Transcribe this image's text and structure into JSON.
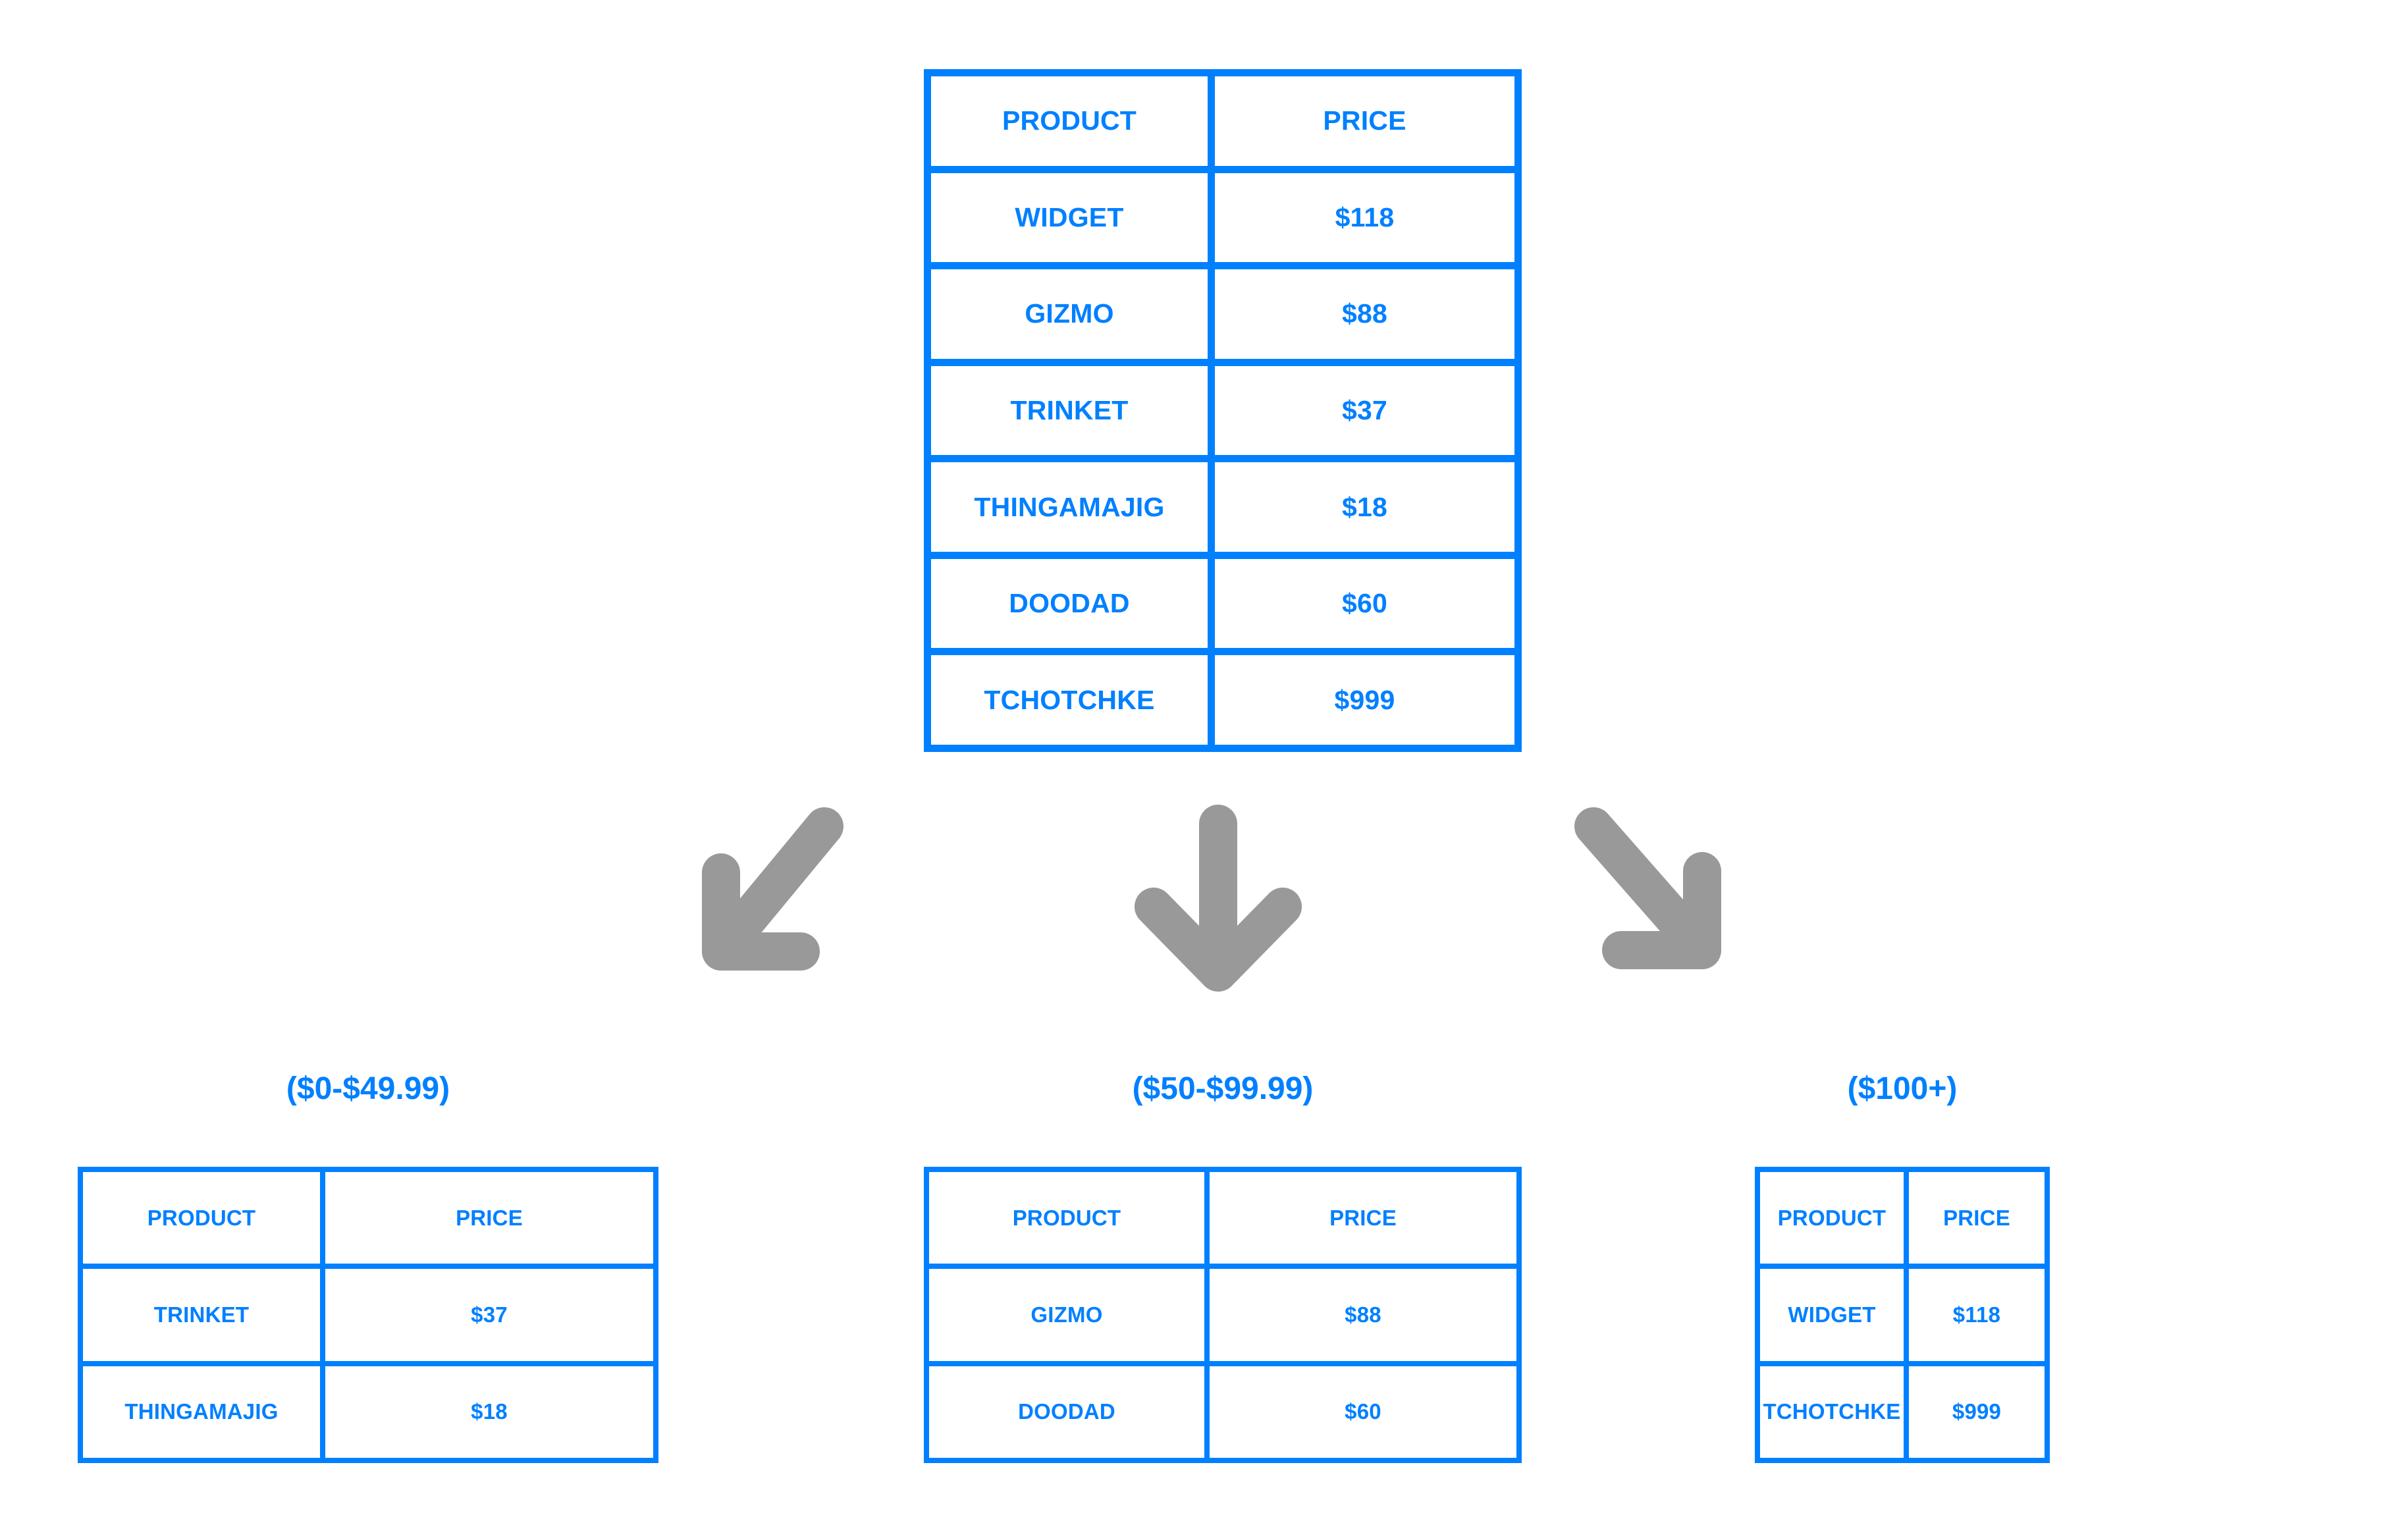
{
  "colors": {
    "brand_blue": "#0080ff",
    "arrow_gray": "#999999",
    "background": "#ffffff"
  },
  "chart_data": {
    "type": "table",
    "title": "",
    "description": "A source product/price table split by three downward arrows into three price-bucket tables."
  },
  "source_table": {
    "name": "source-product-price-table",
    "columns": [
      "PRODUCT",
      "PRICE"
    ],
    "rows": [
      {
        "product": "WIDGET",
        "price": "$118"
      },
      {
        "product": "GIZMO",
        "price": "$88"
      },
      {
        "product": "TRINKET",
        "price": "$37"
      },
      {
        "product": "THINGAMAJIG",
        "price": "$18"
      },
      {
        "product": "DOODAD",
        "price": "$60"
      },
      {
        "product": "TCHOTCHKE",
        "price": "$999"
      }
    ]
  },
  "arrows": [
    {
      "name": "arrow-down-left",
      "direction": "down-left"
    },
    {
      "name": "arrow-down",
      "direction": "down"
    },
    {
      "name": "arrow-down-right",
      "direction": "down-right"
    }
  ],
  "buckets": [
    {
      "key": "low",
      "label": "($0-$49.99)",
      "columns": [
        "PRODUCT",
        "PRICE"
      ],
      "rows": [
        {
          "product": "TRINKET",
          "price": "$37"
        },
        {
          "product": "THINGAMAJIG",
          "price": "$18"
        }
      ]
    },
    {
      "key": "mid",
      "label": "($50-$99.99)",
      "columns": [
        "PRODUCT",
        "PRICE"
      ],
      "rows": [
        {
          "product": "GIZMO",
          "price": "$88"
        },
        {
          "product": "DOODAD",
          "price": "$60"
        }
      ]
    },
    {
      "key": "high",
      "label": "($100+)",
      "columns": [
        "PRODUCT",
        "PRICE"
      ],
      "rows": [
        {
          "product": "WIDGET",
          "price": "$118"
        },
        {
          "product": "TCHOTCHKE",
          "price": "$999"
        }
      ]
    }
  ]
}
